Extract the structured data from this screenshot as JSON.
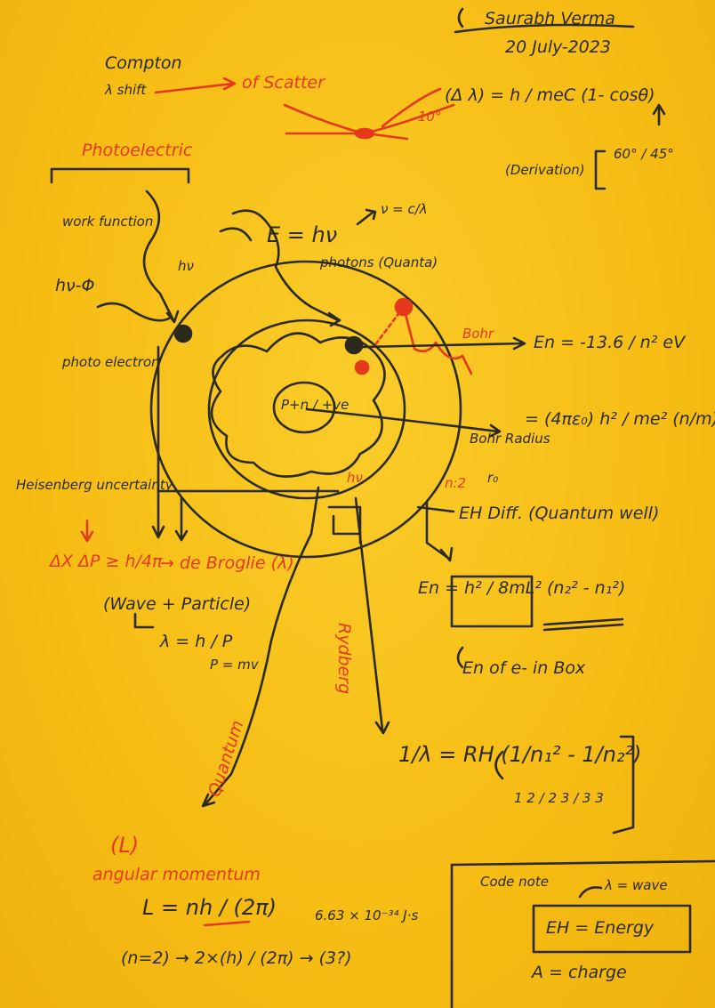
{
  "author_line": "Saurabh Verma",
  "date_line": "20 July-2023",
  "compton": {
    "title": "Compton",
    "shift": "λ shift",
    "scatter": "of Scatter",
    "formula": "(Δ λ) = h / meC (1- cosθ)",
    "derivation": "(Derivation)",
    "angles": "60° / 45°",
    "angle_small": "10°"
  },
  "photoelectric": {
    "title": "Photoelectric",
    "work_function": "work function",
    "hv": "hν",
    "hv_minus_phi": "hν-Φ",
    "photo_electron": "photo electron"
  },
  "energy": {
    "e_hv": "E = hν",
    "nu": "ν = c/λ",
    "photons": "photons (Quanta)"
  },
  "bohr": {
    "label": "Bohr",
    "energy": "En = -13.6 / n² eV",
    "radius_label": "Bohr Radius",
    "radius_formula": "= (4πε₀) h² / me² (n/m)",
    "r0": "r₀"
  },
  "nucleus": "P+n / +ve",
  "labels": {
    "n2": "n:2",
    "hv_small": "hν"
  },
  "heisenberg": {
    "title": "Heisenberg uncertainty",
    "formula": "ΔX ΔP ≥ h/4π"
  },
  "debroglie": {
    "label": "→ de Broglie (λ)",
    "wave_particle": "(Wave + Particle)",
    "lambda": "λ = h / P",
    "p": "P = mv"
  },
  "energy_diff": {
    "title": "EH Diff. (Quantum well)",
    "formula": "En = h² / 8mL² (n₂² - n₁²)",
    "caption": "En of e- in Box"
  },
  "rydberg": {
    "label": "Rydberg",
    "formula": "1/λ = RH (1/n₁² - 1/n₂²)",
    "pairs": "1 2 / 2 3 / 3 3"
  },
  "quantum": "Quantum",
  "angular": {
    "L": "(L)",
    "title": "angular momentum",
    "formula": "L = nh / (2π)",
    "n2": "(n=2) → 2×(h) / (2π) → (3?)",
    "planck": "6.63 × 10⁻³⁴ J·s"
  },
  "code": {
    "title": "Code note",
    "lambda": "λ = wave",
    "energy": "EH = Energy",
    "charge": "A = charge"
  }
}
